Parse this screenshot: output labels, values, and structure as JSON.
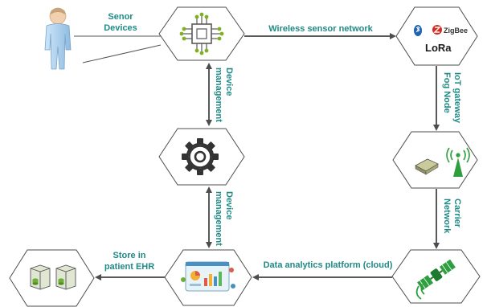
{
  "labels": {
    "sensor_devices_line1": "Senor",
    "sensor_devices_line2": "Devices",
    "wireless_sensor_network": "Wireless sensor network",
    "device_management_top_line1": "Device",
    "device_management_top_line2": "management",
    "device_management_bottom_line1": "Device",
    "device_management_bottom_line2": "management",
    "iot_gateway_line1": "IoT gateway",
    "iot_gateway_line2": "Fog Node",
    "carrier_network_line1": "Carrier",
    "carrier_network_line2": "Network",
    "data_analytics_platform": "Data analytics platform (cloud)",
    "store_ehr_line1": "Store in",
    "store_ehr_line2": "patient EHR"
  },
  "logos": {
    "zigbee": "ZigBee",
    "lora": "LoRa"
  },
  "icons": {
    "person": "person-icon",
    "chip": "microchip-icon",
    "wireless_protocols": "wireless-protocols-icon",
    "gear": "gear-icon",
    "gateway": "gateway-antenna-icon",
    "satellite": "satellite-icon",
    "analytics": "analytics-dashboard-icon",
    "servers": "server-database-icon"
  },
  "colors": {
    "label_teal": "#1f8a86",
    "chip_green": "#7fb01f",
    "satellite_green": "#2e9e3e",
    "person_blue": "#a9cfee"
  }
}
